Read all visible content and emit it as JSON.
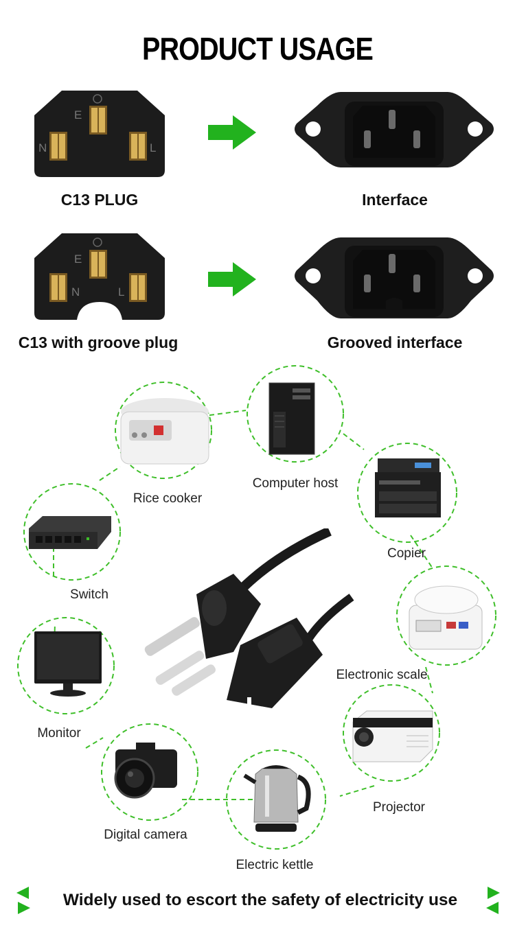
{
  "title": "PRODUCT USAGE",
  "connectors": [
    {
      "plug_label": "C13 PLUG",
      "interface_label": "Interface"
    },
    {
      "plug_label": "C13 with groove plug",
      "interface_label": "Grooved interface"
    }
  ],
  "pin_letters": {
    "earth": "E",
    "neutral": "N",
    "live": "L"
  },
  "devices": [
    {
      "name": "Rice cooker",
      "icon": "rice-cooker-icon"
    },
    {
      "name": "Computer host",
      "icon": "computer-tower-icon"
    },
    {
      "name": "Copier",
      "icon": "copier-icon"
    },
    {
      "name": "Switch",
      "icon": "network-switch-icon"
    },
    {
      "name": "Electronic scale",
      "icon": "scale-icon"
    },
    {
      "name": "Monitor",
      "icon": "monitor-icon"
    },
    {
      "name": "Projector",
      "icon": "projector-icon"
    },
    {
      "name": "Digital camera",
      "icon": "camera-icon"
    },
    {
      "name": "Electric kettle",
      "icon": "kettle-icon"
    }
  ],
  "footer": "Widely used to escort the safety of electricity use",
  "colors": {
    "accent_green": "#22b21e",
    "dash_green": "#3fbf2a",
    "connector_black": "#1c1c1c",
    "pin_gold": "#c9a24a"
  }
}
